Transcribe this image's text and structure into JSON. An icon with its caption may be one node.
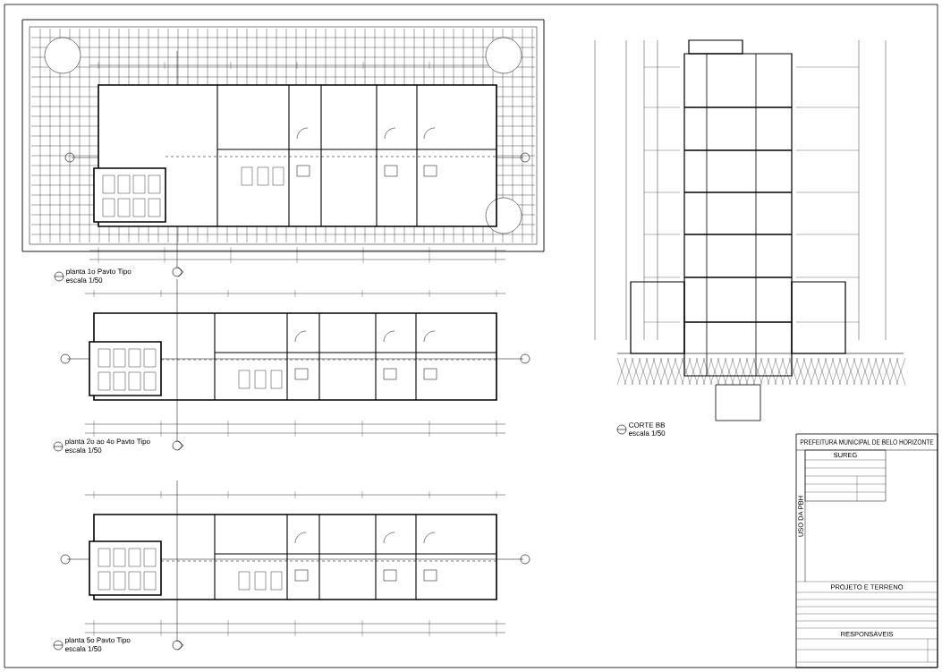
{
  "diagram": {
    "labels": [
      "planta 1o Pavto Tipo",
      "escala 1/50",
      "planta 2o ao 4o Pavto Tipo",
      "escala 1/50",
      "planta 5o Pavto Tipo",
      "escala 1/50",
      "CORTE BB",
      "escala 1/50",
      "PREFEITURA MUNICIPAL DE BELO HORIZONTE",
      "SUREG",
      "USO DA PBH",
      "PROJETO E TERRENO",
      "RESPONSÁVEIS"
    ]
  }
}
